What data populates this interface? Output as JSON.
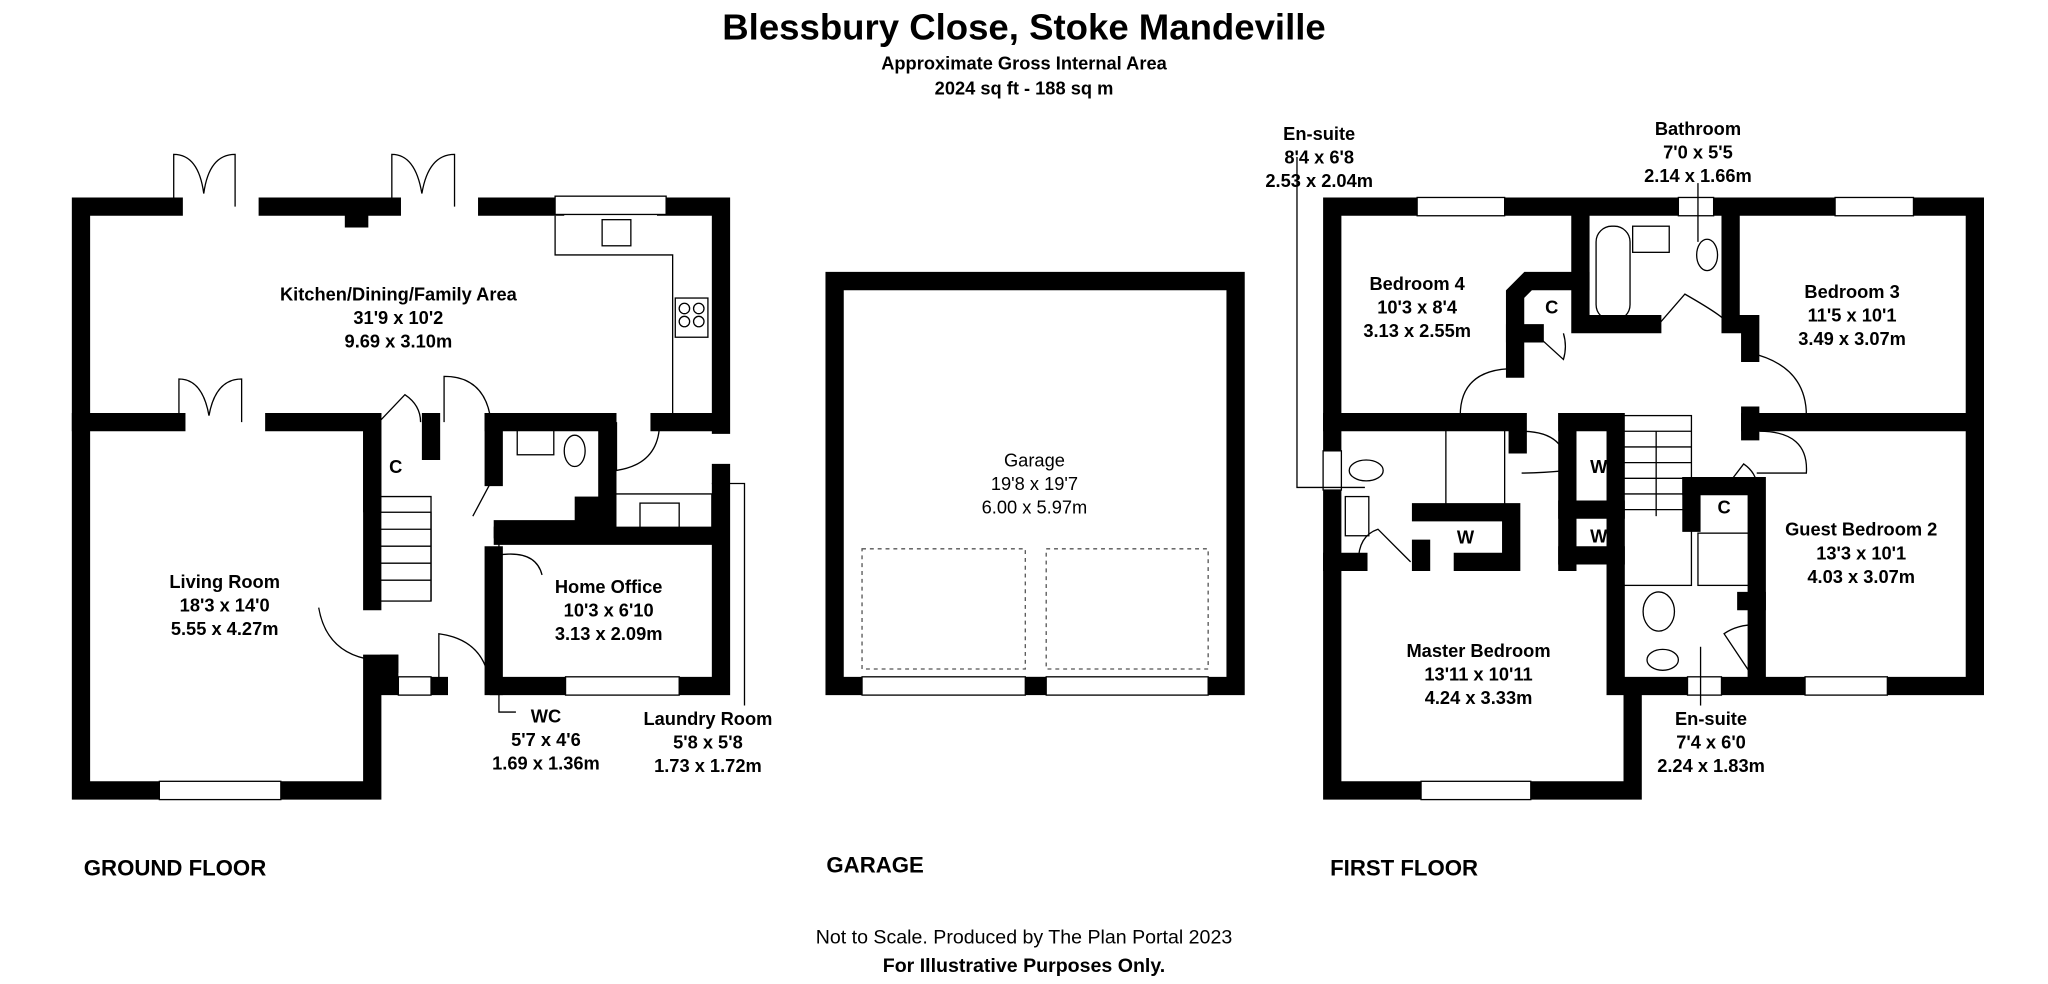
{
  "header": {
    "title": "Blessbury Close, Stoke Mandeville",
    "subtitle": "Approximate Gross Internal Area",
    "area": "2024 sq ft - 188 sq m"
  },
  "floors": {
    "ground": {
      "label": "GROUND FLOOR",
      "rooms": [
        {
          "name": "Kitchen/Dining/Family Area",
          "imperial": "31'9 x 10'2",
          "metric": "9.69 x 3.10m"
        },
        {
          "name": "Living Room",
          "imperial": "18'3 x 14'0",
          "metric": "5.55 x 4.27m"
        },
        {
          "name": "Home Office",
          "imperial": "10'3 x 6'10",
          "metric": "3.13 x 2.09m"
        },
        {
          "name": "WC",
          "imperial": "5'7 x 4'6",
          "metric": "1.69 x 1.36m"
        },
        {
          "name": "Laundry Room",
          "imperial": "5'8 x 5'8",
          "metric": "1.73 x 1.72m"
        }
      ],
      "cupboard": "C"
    },
    "garage": {
      "label": "GARAGE",
      "rooms": [
        {
          "name": "Garage",
          "imperial": "19'8 x 19'7",
          "metric": "6.00 x 5.97m"
        }
      ]
    },
    "first": {
      "label": "FIRST FLOOR",
      "rooms": [
        {
          "name": "En-suite",
          "imperial": "8'4 x 6'8",
          "metric": "2.53 x 2.04m"
        },
        {
          "name": "Bathroom",
          "imperial": "7'0 x 5'5",
          "metric": "2.14 x 1.66m"
        },
        {
          "name": "Bedroom 4",
          "imperial": "10'3 x 8'4",
          "metric": "3.13 x 2.55m"
        },
        {
          "name": "Bedroom 3",
          "imperial": "11'5 x 10'1",
          "metric": "3.49 x 3.07m"
        },
        {
          "name": "Guest Bedroom 2",
          "imperial": "13'3 x 10'1",
          "metric": "4.03 x 3.07m"
        },
        {
          "name": "Master Bedroom",
          "imperial": "13'11 x 10'11",
          "metric": "4.24 x 3.33m"
        },
        {
          "name": "En-suite",
          "imperial": "7'4 x 6'0",
          "metric": "2.24 x 1.83m"
        }
      ],
      "cupboard": "C",
      "wardrobe": "W"
    }
  },
  "footer": {
    "line1": "Not to Scale. Produced by The Plan Portal 2023",
    "line2": "For Illustrative Purposes Only."
  }
}
